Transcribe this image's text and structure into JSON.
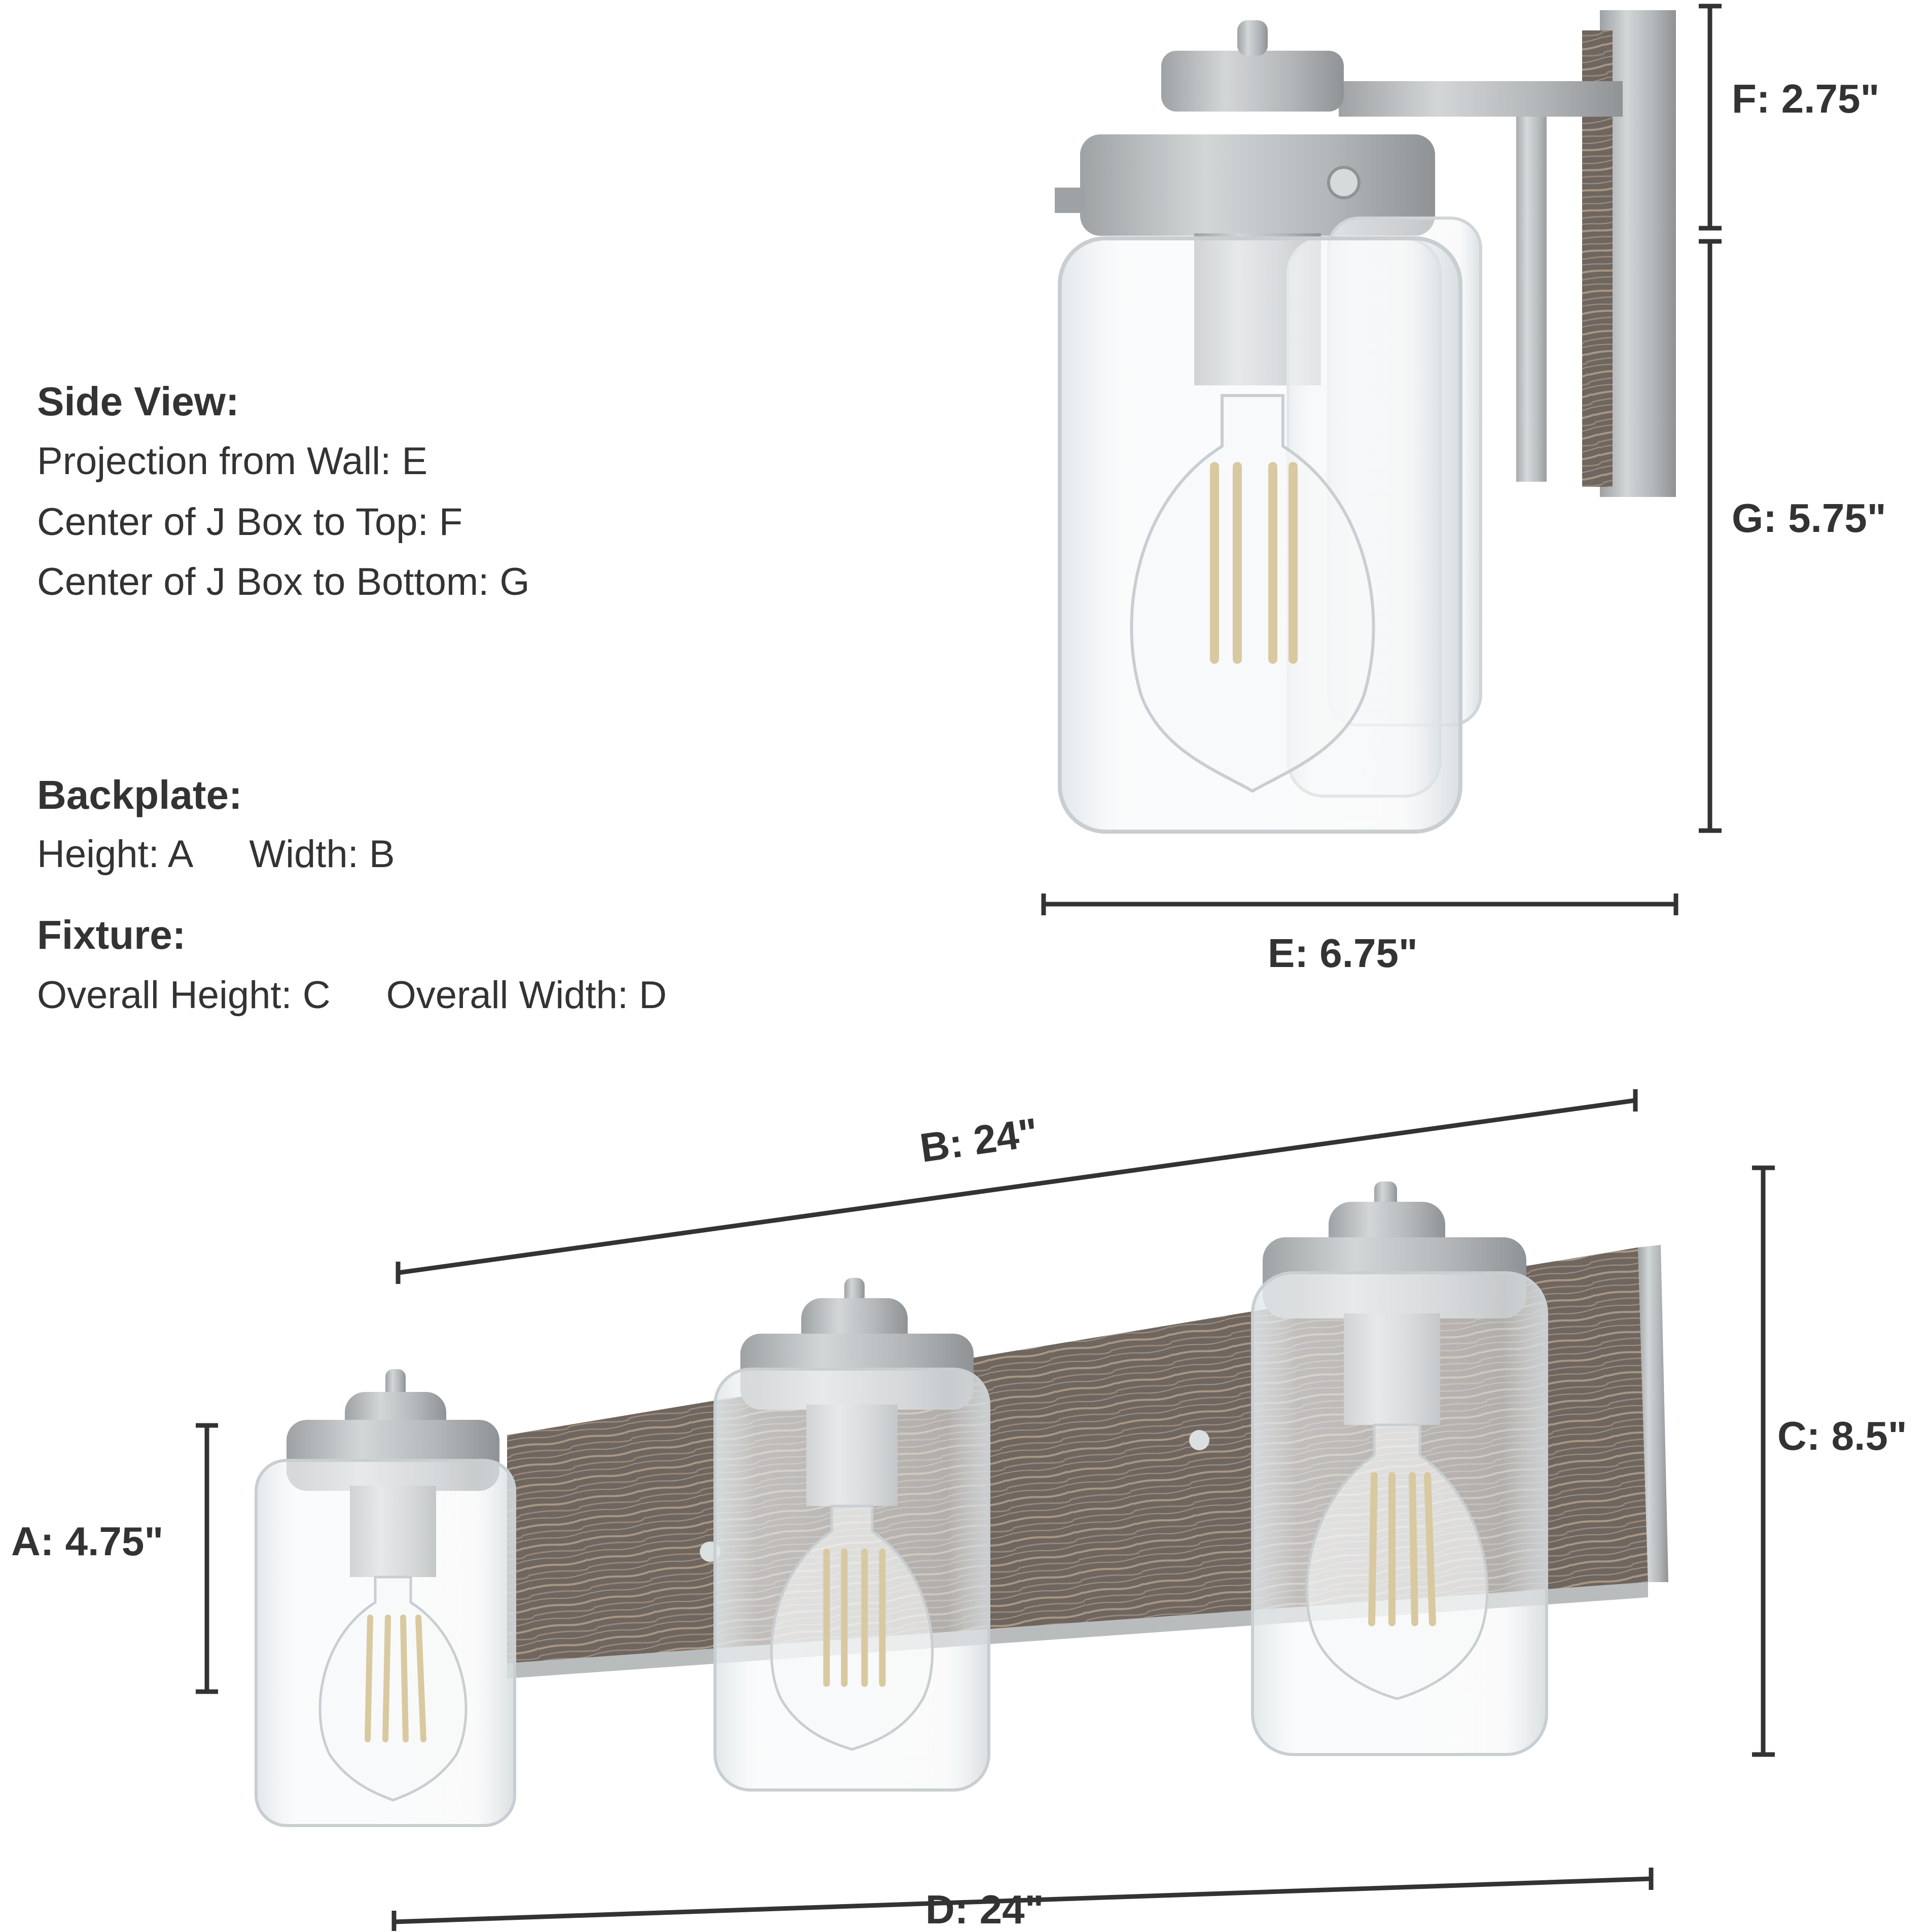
{
  "legend": {
    "side_view": {
      "heading": "Side View:",
      "lines": [
        "Projection from Wall: E",
        "Center of J Box to Top: F",
        "Center of J Box to Bottom: G"
      ]
    },
    "backplate": {
      "heading": "Backplate:",
      "height": "Height: A",
      "width": "Width: B"
    },
    "fixture": {
      "heading": "Fixture:",
      "overall_height": "Overall Height: C",
      "overall_width": "Overall Width: D"
    }
  },
  "dimensions": {
    "A": {
      "label": "A: 4.75\"",
      "name": "Backplate Height",
      "value_in": 4.75
    },
    "B": {
      "label": "B: 24\"",
      "name": "Backplate Width",
      "value_in": 24
    },
    "C": {
      "label": "C: 8.5\"",
      "name": "Overall Height",
      "value_in": 8.5
    },
    "D": {
      "label": "D: 24\"",
      "name": "Overall Width",
      "value_in": 24
    },
    "E": {
      "label": "E: 6.75\"",
      "name": "Projection from Wall",
      "value_in": 6.75
    },
    "F": {
      "label": "F: 2.75\"",
      "name": "Center of J Box to Top",
      "value_in": 2.75
    },
    "G": {
      "label": "G: 5.75\"",
      "name": "Center of J Box to Bottom",
      "value_in": 5.75
    }
  },
  "colors": {
    "ink": "#333333",
    "brushed_nickel": "#b9bcbd",
    "nickel_dark": "#8f9395",
    "wood": "#6f6660",
    "wood_streak": "#b8a48c",
    "glass": "#e9eef0",
    "filament": "#d8c9a0"
  }
}
